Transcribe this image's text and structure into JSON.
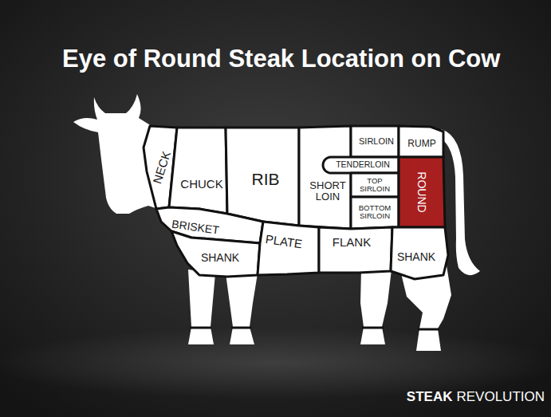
{
  "diagram": {
    "title": "Eye of Round Steak Location on Cow",
    "nodes": [
      {
        "text": [
          "NECK"
        ]
      },
      {
        "text": [
          "CHUCK"
        ]
      },
      {
        "text": [
          "RIB"
        ]
      },
      {
        "text": [
          "SHORT LOIN"
        ]
      },
      {
        "text": [
          "SIRLOIN"
        ]
      },
      {
        "text": [
          "RUMP"
        ]
      },
      {
        "text": [
          "TENDERLOIN"
        ]
      },
      {
        "text": [
          "TOP SIRLOIN"
        ]
      },
      {
        "text": [
          "BOTTOM SIRLOIN"
        ]
      },
      {
        "text": [
          "ROUND"
        ]
      },
      {
        "text": [
          "BRISKET"
        ]
      },
      {
        "text": [
          "SHANK"
        ]
      },
      {
        "text": [
          "PLATE"
        ]
      },
      {
        "text": [
          "FLANK"
        ]
      },
      {
        "text": [
          "SHANK"
        ]
      }
    ],
    "labels": [
      "STEAK",
      "REVOLUTION"
    ]
  }
}
